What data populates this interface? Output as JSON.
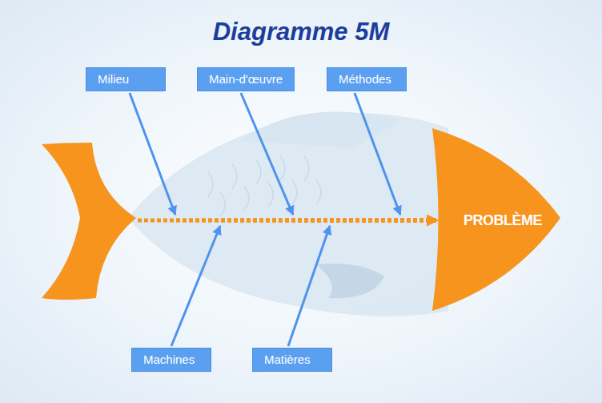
{
  "diagram": {
    "title": "Diagramme 5M",
    "nodes": [
      {
        "text": [
          "Milieu"
        ]
      },
      {
        "text": [
          "Main-d'œuvre"
        ]
      },
      {
        "text": [
          "Méthodes"
        ]
      },
      {
        "text": [
          "Machines"
        ]
      },
      {
        "text": [
          "Matières"
        ]
      },
      {
        "text": [
          "PROBLÈME"
        ]
      }
    ],
    "edges": [
      {
        "from": 0,
        "to": 5,
        "arrow": "to"
      },
      {
        "from": 1,
        "to": 5,
        "arrow": "to"
      },
      {
        "from": 2,
        "to": 5,
        "arrow": "to"
      },
      {
        "from": 3,
        "to": 5,
        "arrow": "to"
      },
      {
        "from": 4,
        "to": 5,
        "arrow": "to"
      }
    ]
  }
}
